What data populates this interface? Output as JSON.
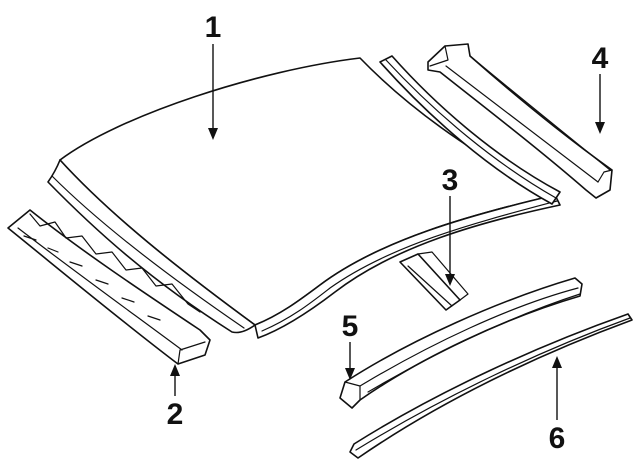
{
  "callouts": [
    {
      "id": "1",
      "label": "1"
    },
    {
      "id": "2",
      "label": "2"
    },
    {
      "id": "3",
      "label": "3"
    },
    {
      "id": "4",
      "label": "4"
    },
    {
      "id": "5",
      "label": "5"
    },
    {
      "id": "6",
      "label": "6"
    }
  ],
  "parts": [
    {
      "callout": "1",
      "icon": "roof-panel"
    },
    {
      "callout": "2",
      "icon": "front-header-rail"
    },
    {
      "callout": "3",
      "icon": "roof-bow"
    },
    {
      "callout": "4",
      "icon": "rear-header-rail"
    },
    {
      "callout": "5",
      "icon": "side-rail"
    },
    {
      "callout": "6",
      "icon": "drip-molding"
    }
  ],
  "colors": {
    "line": "#111111",
    "background": "#ffffff"
  }
}
